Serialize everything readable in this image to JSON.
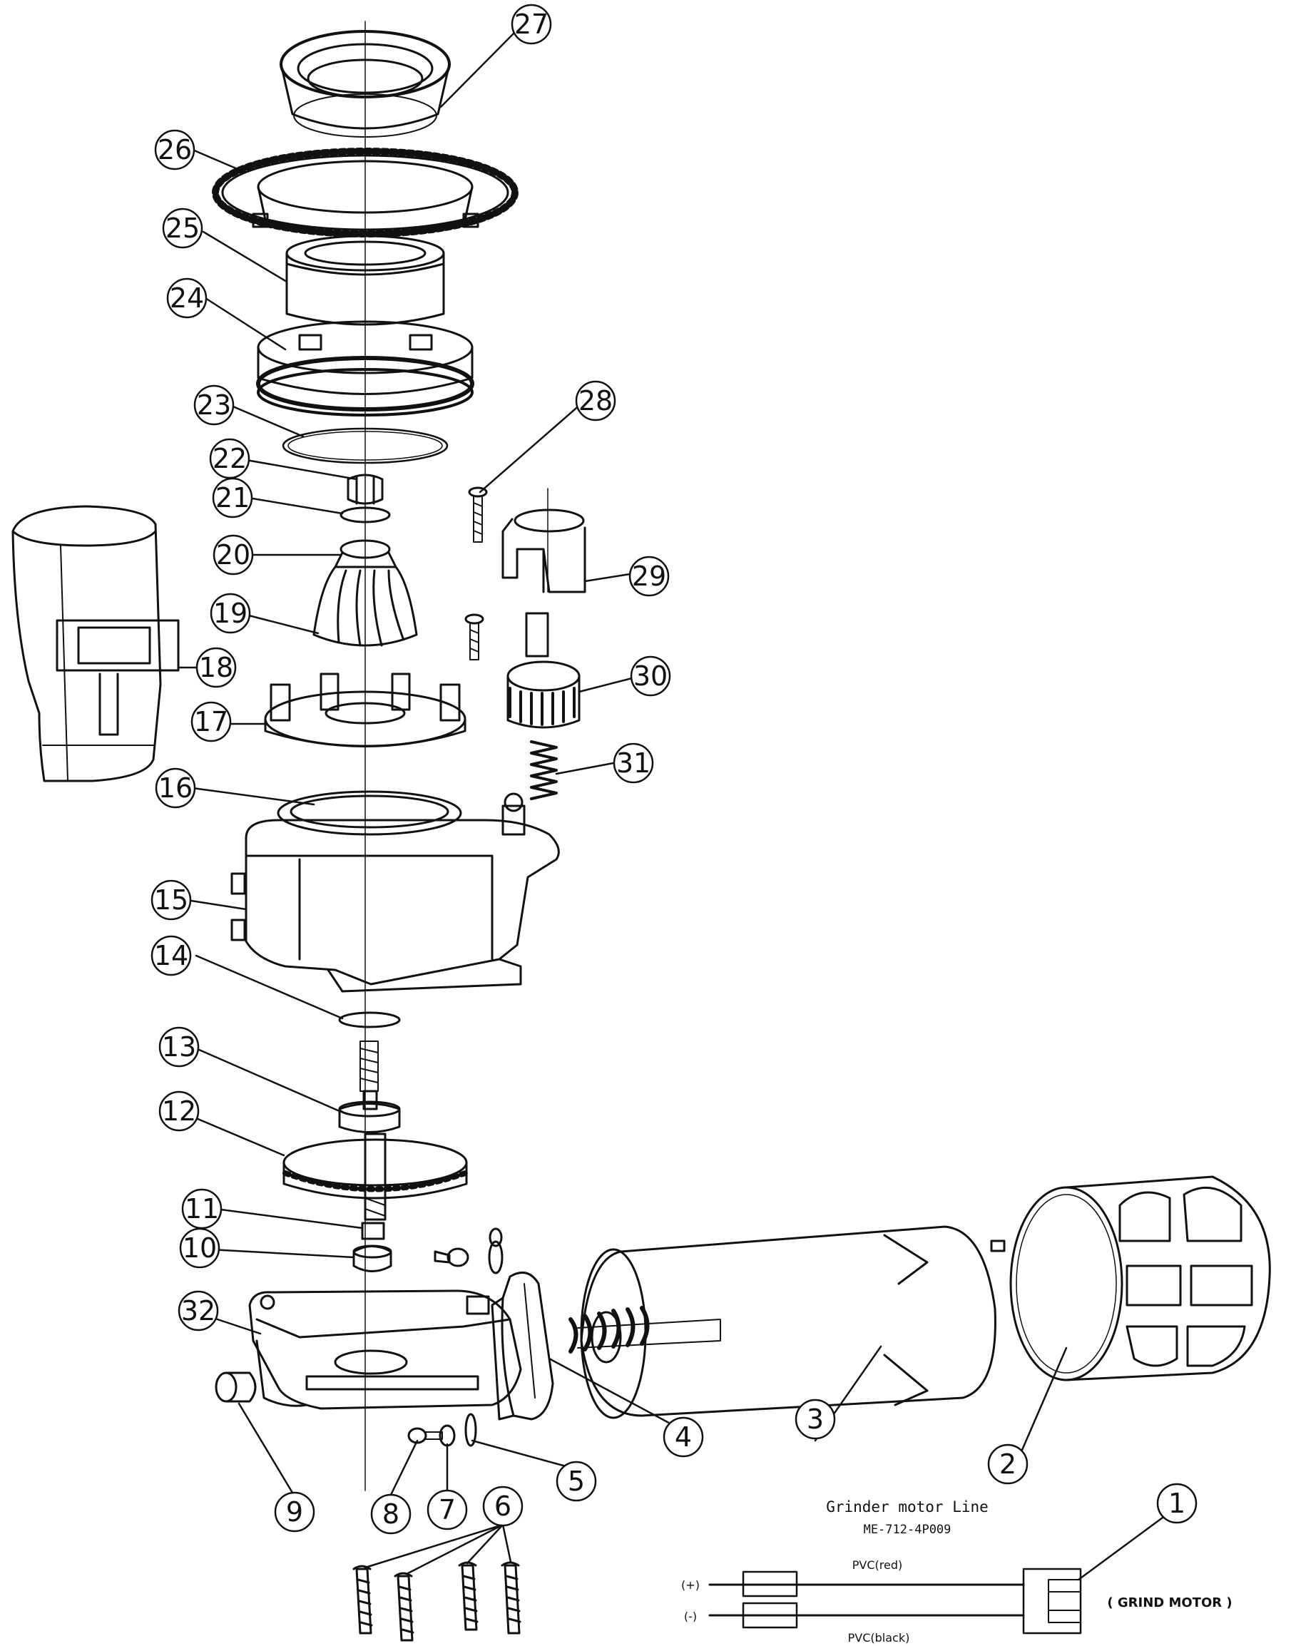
{
  "callouts": [
    {
      "n": "1"
    },
    {
      "n": "2"
    },
    {
      "n": "3"
    },
    {
      "n": "4"
    },
    {
      "n": "5"
    },
    {
      "n": "6"
    },
    {
      "n": "7"
    },
    {
      "n": "8"
    },
    {
      "n": "9"
    },
    {
      "n": "10"
    },
    {
      "n": "11"
    },
    {
      "n": "12"
    },
    {
      "n": "13"
    },
    {
      "n": "14"
    },
    {
      "n": "15"
    },
    {
      "n": "16"
    },
    {
      "n": "17"
    },
    {
      "n": "18"
    },
    {
      "n": "19"
    },
    {
      "n": "20"
    },
    {
      "n": "21"
    },
    {
      "n": "22"
    },
    {
      "n": "23"
    },
    {
      "n": "24"
    },
    {
      "n": "25"
    },
    {
      "n": "26"
    },
    {
      "n": "27"
    },
    {
      "n": "28"
    },
    {
      "n": "29"
    },
    {
      "n": "30"
    },
    {
      "n": "31"
    },
    {
      "n": "32"
    }
  ],
  "wiring": {
    "title": "Grinder motor Line",
    "model": "ME-712-4P009",
    "positive_label": "(+)",
    "negative_label": "(-)",
    "red_wire": "PVC(red)",
    "black_wire": "PVC(black)",
    "connector_label": "( GRIND MOTOR )"
  },
  "colors": {
    "line": "#111111",
    "background": "#ffffff"
  }
}
